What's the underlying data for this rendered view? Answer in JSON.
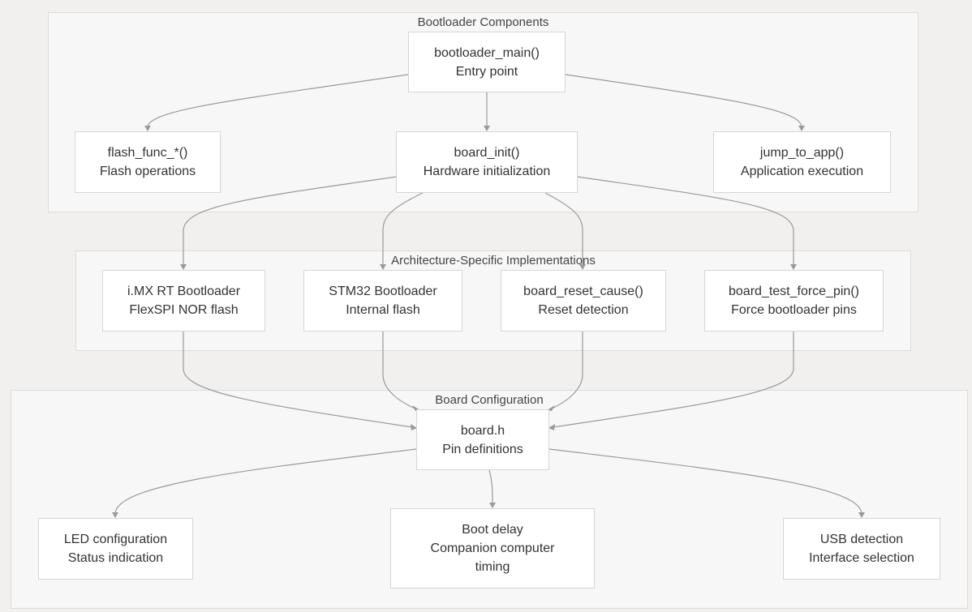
{
  "clusters": {
    "bootloader": {
      "title": "Bootloader Components"
    },
    "arch": {
      "title": "Architecture-Specific Implementations"
    },
    "board": {
      "title": "Board Configuration"
    }
  },
  "nodes": {
    "main": [
      "bootloader_main()",
      "Entry point"
    ],
    "flash": [
      "flash_func_*()",
      "Flash operations"
    ],
    "init": [
      "board_init()",
      "Hardware initialization"
    ],
    "jump": [
      "jump_to_app()",
      "Application execution"
    ],
    "imx": [
      "i.MX RT Bootloader",
      "FlexSPI NOR flash"
    ],
    "stm": [
      "STM32 Bootloader",
      "Internal flash"
    ],
    "reset": [
      "board_reset_cause()",
      "Reset detection"
    ],
    "force": [
      "board_test_force_pin()",
      "Force bootloader pins"
    ],
    "boardh": [
      "board.h",
      "Pin definitions"
    ],
    "led": [
      "LED configuration",
      "Status indication"
    ],
    "delay": [
      "Boot delay",
      "Companion computer",
      "timing"
    ],
    "usb": [
      "USB detection",
      "Interface selection"
    ]
  },
  "colors": {
    "edge": "#9a9a9a",
    "cluster_bg": "#f7f7f7",
    "node_bg": "#ffffff"
  }
}
